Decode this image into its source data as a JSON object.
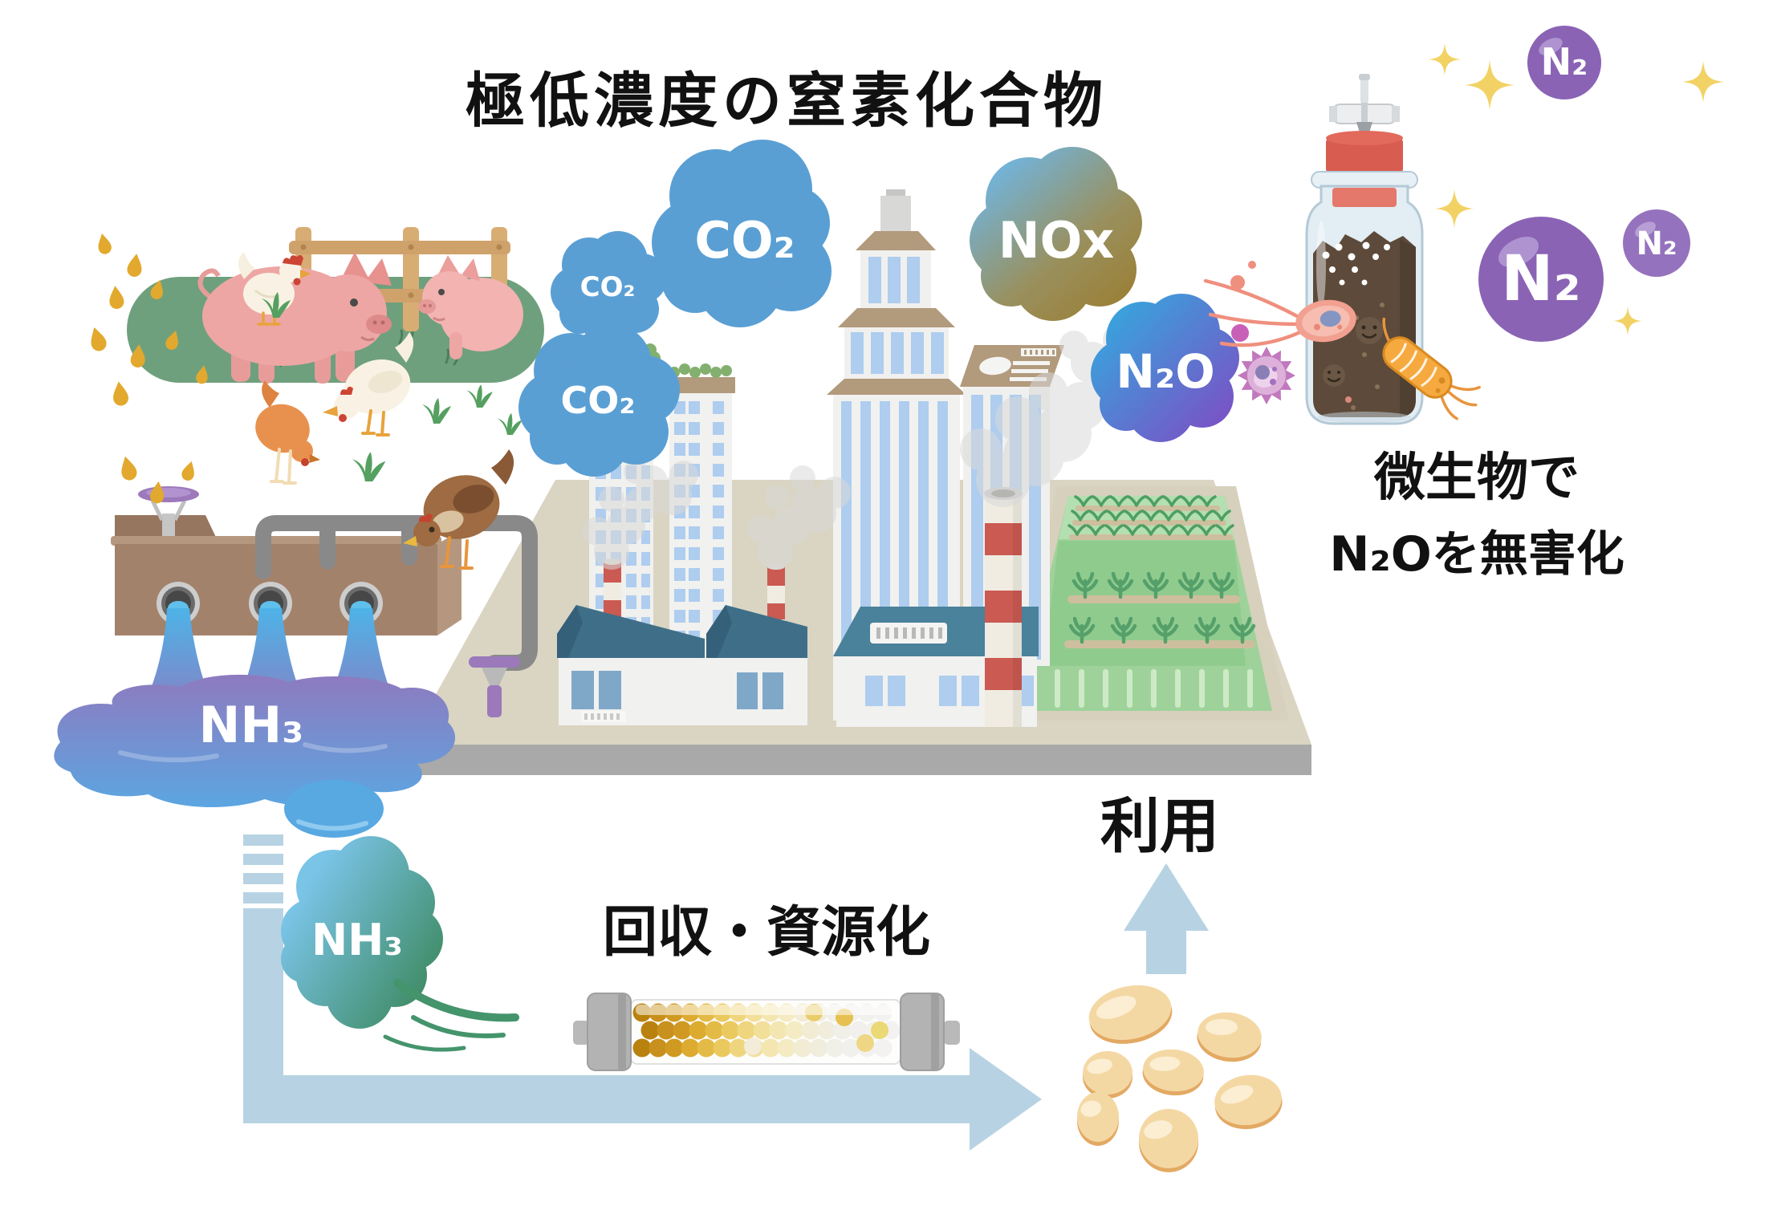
{
  "title": "極低濃度の窒素化合物",
  "gas_labels": {
    "co2_large": "CO₂",
    "co2_medium": "CO₂",
    "co2_small": "CO₂",
    "nox": "NOx",
    "n2o": "N₂O",
    "nh3_wastewater": "NH₃",
    "nh3_gas": "NH₃",
    "n2_large": "N₂",
    "n2_top": "N₂",
    "n2_side": "N₂"
  },
  "captions": {
    "microbe_line1": "微生物で",
    "microbe_line2": "N₂Oを無害化",
    "recovery": "回収・資源化",
    "use": "利用"
  },
  "colors": {
    "co2_cloud": "#5a9fd4",
    "nox_gradient_start": "#6fb6e3",
    "nox_gradient_end": "#9b7c2d",
    "n2o_gradient_start": "#3ba0dc",
    "n2o_gradient_end": "#7d4ec4",
    "nh3_gradient_start": "#7ac4e8",
    "nh3_gradient_end": "#3e8a62",
    "n2_molecule": "#8a63b5",
    "flow_arrow": "#b7d3e3",
    "pool_top": "#8d7bc0",
    "pool_bottom": "#5aa7e2",
    "chimney_red": "#cb5a52",
    "platform": "#dad4c2"
  }
}
